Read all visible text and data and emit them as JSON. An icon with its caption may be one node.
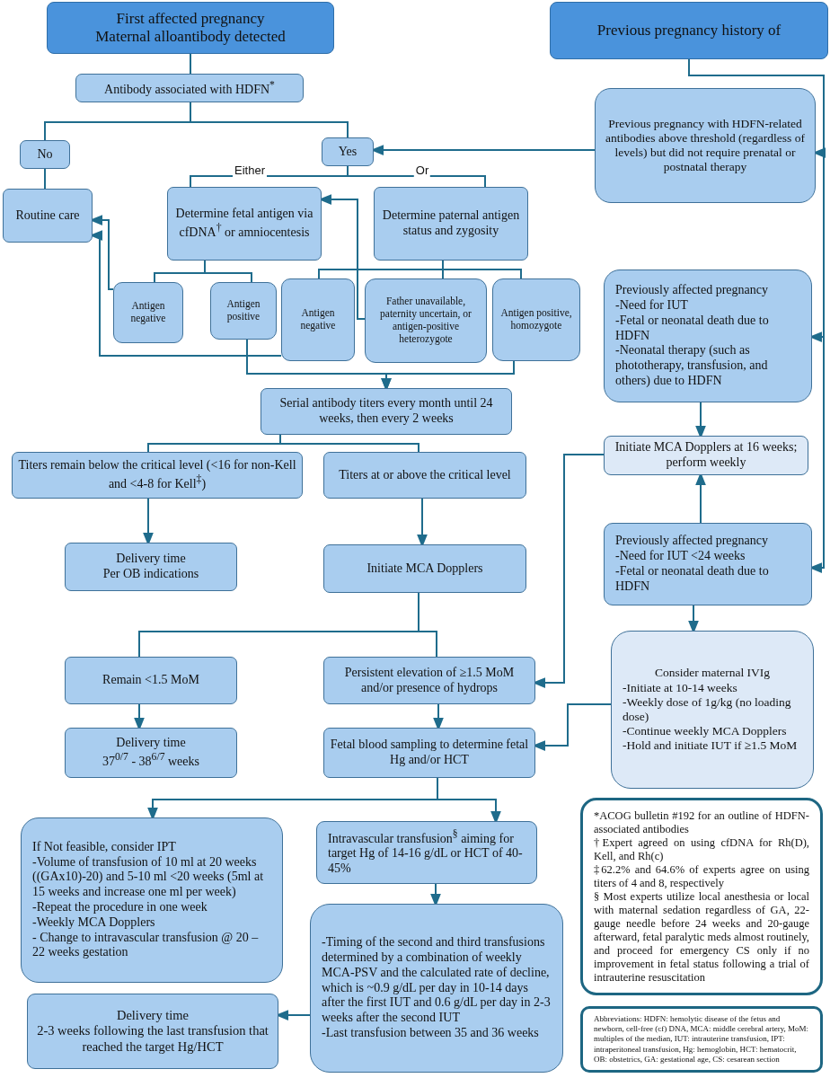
{
  "diagram": {
    "nodes": [
      {
        "text": [
          "First affected pregnancy",
          "Maternal alloantibody detected"
        ]
      },
      {
        "text": [
          "Previous pregnancy history of"
        ]
      },
      {
        "text": [
          "Antibody associated with HDFN$^{*}$"
        ]
      },
      {
        "text": [
          "No"
        ]
      },
      {
        "text": [
          "Yes"
        ]
      },
      {
        "text": [
          "Routine care"
        ]
      },
      {
        "text": [
          "Determine fetal antigen via cfDNA$^{†}$ or amniocentesis"
        ]
      },
      {
        "text": [
          "Determine paternal antigen status and zygosity"
        ]
      },
      {
        "text": [
          "Previous pregnancy with HDFN-related antibodies above threshold (regardless of levels) but did not require prenatal or postnatal therapy"
        ]
      },
      {
        "text": [
          "Antigen negative"
        ]
      },
      {
        "text": [
          "Antigen positive"
        ]
      },
      {
        "text": [
          "Antigen negative"
        ]
      },
      {
        "text": [
          "Father unavailable, paternity uncertain, or antigen-positive heterozygote"
        ]
      },
      {
        "text": [
          "Antigen positive, homozygote"
        ]
      },
      {
        "text": [
          "Previously affected pregnancy",
          "-Need for IUT",
          "-Fetal or neonatal death due to HDFN",
          "-Neonatal therapy (such as phototherapy, transfusion, and others) due to HDFN"
        ]
      },
      {
        "text": [
          "Serial antibody  titers every month until 24 weeks, then every 2 weeks"
        ]
      },
      {
        "text": [
          "Titers remain below the critical level (<16 for non-Kell and <4-8 for Kell$^{‡}$)"
        ]
      },
      {
        "text": [
          "Titers at or above the critical level"
        ]
      },
      {
        "text": [
          "Initiate MCA Dopplers at 16 weeks; perform weekly"
        ]
      },
      {
        "text": [
          "Delivery time",
          "Per OB indications"
        ]
      },
      {
        "text": [
          "Initiate MCA Dopplers"
        ]
      },
      {
        "text": [
          "Previously affected pregnancy",
          "-Need for IUT <24 weeks",
          "-Fetal or neonatal death due to HDFN"
        ]
      },
      {
        "text": [
          "Remain <1.5 MoM"
        ]
      },
      {
        "text": [
          "Persistent elevation of ≥1.5 MoM and/or presence of hydrops"
        ]
      },
      {
        "text": [
          "Consider maternal IVIg",
          "-Initiate at 10-14 weeks",
          "-Weekly dose of 1g/kg (no loading dose)",
          "-Continue weekly MCA Dopplers",
          "-Hold and initiate IUT if ≥1.5 MoM"
        ]
      },
      {
        "text": [
          "Delivery time",
          "37$^{0/7}$ - 38$^{6/7}$ weeks"
        ]
      },
      {
        "text": [
          "Fetal blood sampling to determine fetal Hg and/or HCT"
        ]
      },
      {
        "text": [
          "If Not feasible, consider IPT",
          "-Volume of transfusion of 10 ml at 20 weeks ((GAx10)-20) and 5-10 ml <20 weeks (5ml at 15 weeks and increase one ml per week)",
          "-Repeat the procedure in one week",
          "-Weekly MCA Dopplers",
          "- Change to intravascular transfusion @ 20 – 22 weeks gestation"
        ]
      },
      {
        "text": [
          "Intravascular transfusion$^{§}$ aiming for target Hg of 14-16 g/dL or HCT of 40-45%"
        ]
      },
      {
        "text": [
          "-Timing of the second and third transfusions determined by a combination of weekly MCA-PSV and the calculated rate of decline, which is ~0.9 g/dL per day in 10-14 days after the first IUT and 0.6 g/dL per day in 2-3 weeks after the second IUT",
          "-Last transfusion between 35 and 36 weeks"
        ]
      },
      {
        "text": [
          "Delivery time",
          "2-3 weeks following the last transfusion that reached the target Hg/HCT"
        ]
      },
      {
        "text": [
          "*ACOG bulletin #192 for an outline of HDFN-associated antibodies",
          "†Expert agreed on using cfDNA for Rh(D), Kell, and Rh(c)",
          "‡62.2% and 64.6% of experts agree on using titers of 4 and 8, respectively",
          "§ Most experts utilize local anesthesia or local with maternal sedation regardless of GA, 22-gauge needle before 24 weeks and 20-gauge afterward, fetal paralytic meds almost routinely, and proceed for emergency CS only if no improvement in fetal status following a trial of intrauterine resuscitation"
        ]
      },
      {
        "text": [
          "Abbreviations: HDFN: hemolytic disease of the fetus and newborn, cell-free (cf) DNA, MCA: middle cerebral artery, MoM: multiples of the median, IUT: intrauterine transfusion, IPT: intraperitoneal transfusion, Hg: hemoglobin, HCT: hematocrit, OB: obstetrics, GA: gestational age, CS: cesarean section"
        ]
      }
    ],
    "edges": [
      {
        "from": 0,
        "to": 2,
        "arrow": "none"
      },
      {
        "from": 2,
        "to": 3,
        "arrow": "none"
      },
      {
        "from": 2,
        "to": 4,
        "arrow": "none"
      },
      {
        "from": 3,
        "to": 5,
        "arrow": "none"
      },
      {
        "from": 4,
        "to": 6,
        "arrow": "none",
        "label": "Either"
      },
      {
        "from": 4,
        "to": 7,
        "arrow": "none",
        "label": "Or"
      },
      {
        "from": 8,
        "to": 4,
        "arrow": "to"
      },
      {
        "from": 1,
        "to": 8,
        "arrow": "to"
      },
      {
        "from": 1,
        "to": 14,
        "arrow": "to"
      },
      {
        "from": 1,
        "to": 21,
        "arrow": "to"
      },
      {
        "from": 6,
        "to": 9,
        "arrow": "none"
      },
      {
        "from": 6,
        "to": 10,
        "arrow": "none"
      },
      {
        "from": 7,
        "to": 11,
        "arrow": "none"
      },
      {
        "from": 7,
        "to": 12,
        "arrow": "none"
      },
      {
        "from": 7,
        "to": 13,
        "arrow": "none"
      },
      {
        "from": 9,
        "to": 5,
        "arrow": "to"
      },
      {
        "from": 11,
        "to": 5,
        "arrow": "to"
      },
      {
        "from": 12,
        "to": 6,
        "arrow": "to"
      },
      {
        "from": 10,
        "to": 15,
        "arrow": "to"
      },
      {
        "from": 13,
        "to": 15,
        "arrow": "to"
      },
      {
        "from": 15,
        "to": 16,
        "arrow": "none"
      },
      {
        "from": 15,
        "to": 17,
        "arrow": "none"
      },
      {
        "from": 16,
        "to": 19,
        "arrow": "to"
      },
      {
        "from": 17,
        "to": 20,
        "arrow": "to"
      },
      {
        "from": 14,
        "to": 18,
        "arrow": "to"
      },
      {
        "from": 21,
        "to": 18,
        "arrow": "to"
      },
      {
        "from": 18,
        "to": 23,
        "arrow": "to"
      },
      {
        "from": 20,
        "to": 22,
        "arrow": "none"
      },
      {
        "from": 20,
        "to": 23,
        "arrow": "none"
      },
      {
        "from": 21,
        "to": 24,
        "arrow": "to"
      },
      {
        "from": 22,
        "to": 25,
        "arrow": "to"
      },
      {
        "from": 23,
        "to": 26,
        "arrow": "to"
      },
      {
        "from": 24,
        "to": 26,
        "arrow": "to"
      },
      {
        "from": 26,
        "to": 27,
        "arrow": "to"
      },
      {
        "from": 26,
        "to": 28,
        "arrow": "to"
      },
      {
        "from": 28,
        "to": 29,
        "arrow": "to"
      },
      {
        "from": 29,
        "to": 30,
        "arrow": "to"
      }
    ]
  }
}
